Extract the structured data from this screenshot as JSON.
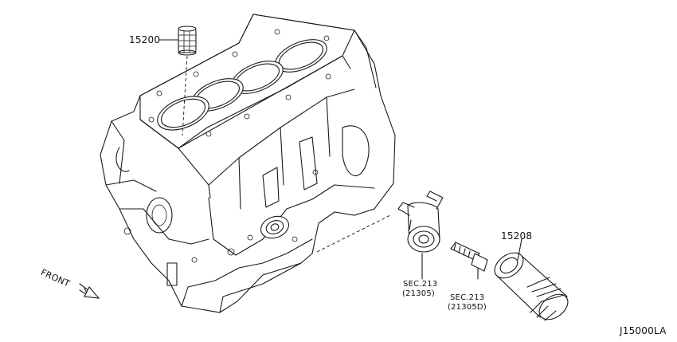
{
  "labels": {
    "oil_strainer": "15200",
    "oil_filter": "15208",
    "oil_cooler_sec": "SEC.213",
    "oil_cooler_ref": "(21305)",
    "connector_sec": "SEC.213",
    "connector_ref": "(21305D)",
    "front": "FRONT",
    "diagram_code": "J15000LA"
  },
  "colors": {
    "line": "#1a1a1a",
    "background": "#ffffff"
  },
  "icons": {
    "front_direction": "arrow-down-right-icon"
  }
}
